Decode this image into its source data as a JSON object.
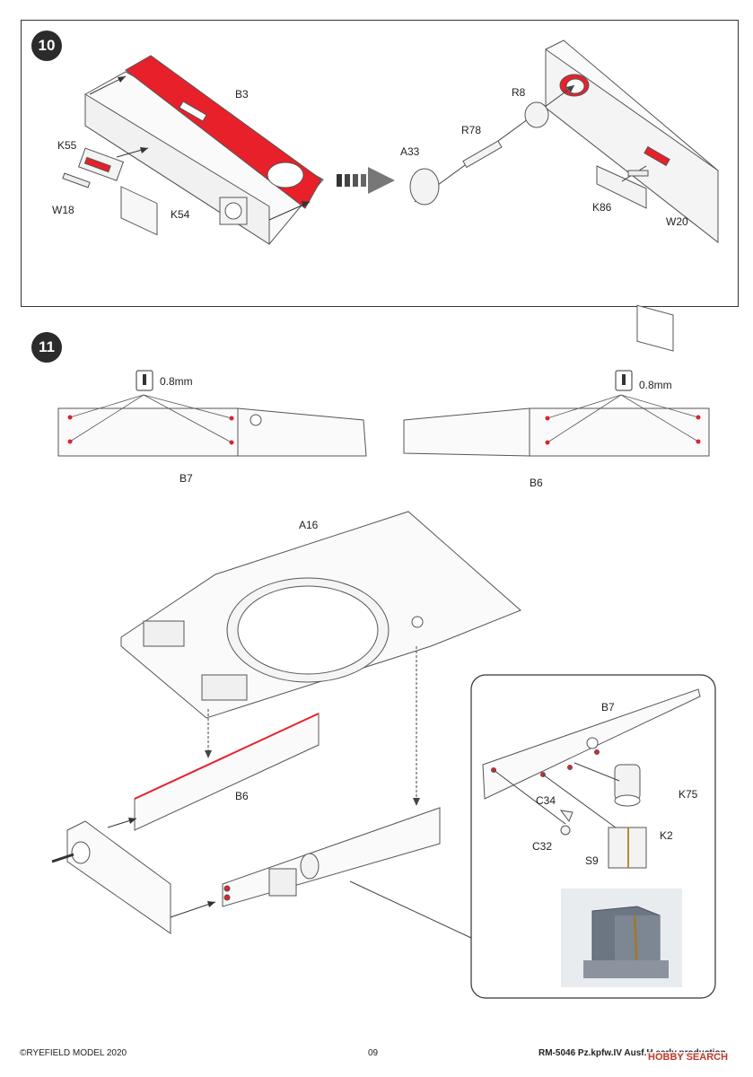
{
  "step10": {
    "number": "10",
    "labels": {
      "b3": "B3",
      "k55": "K55",
      "w18": "W18",
      "k54": "K54",
      "r8": "R8",
      "r78": "R78",
      "a33": "A33",
      "k86": "K86",
      "w20": "W20"
    }
  },
  "step11": {
    "number": "11",
    "drill_left": "0.8mm",
    "drill_right": "0.8mm",
    "labels": {
      "b7_top": "B7",
      "b6_top": "B6",
      "a16": "A16",
      "b6_main": "B6",
      "b7_detail": "B7",
      "k75": "K75",
      "c34": "C34",
      "c32": "C32",
      "k2": "K2",
      "s9": "S9"
    }
  },
  "footer": {
    "copyright": "©RYEFIELD MODEL 2020",
    "page_number": "09",
    "product": "RM-5046  Pz.kpfw.IV Ausf.H early production",
    "watermark": "HOBBY SEARCH"
  },
  "colors": {
    "highlight": "#e8202a",
    "line": "#555555",
    "badge": "#2b2b2b"
  }
}
